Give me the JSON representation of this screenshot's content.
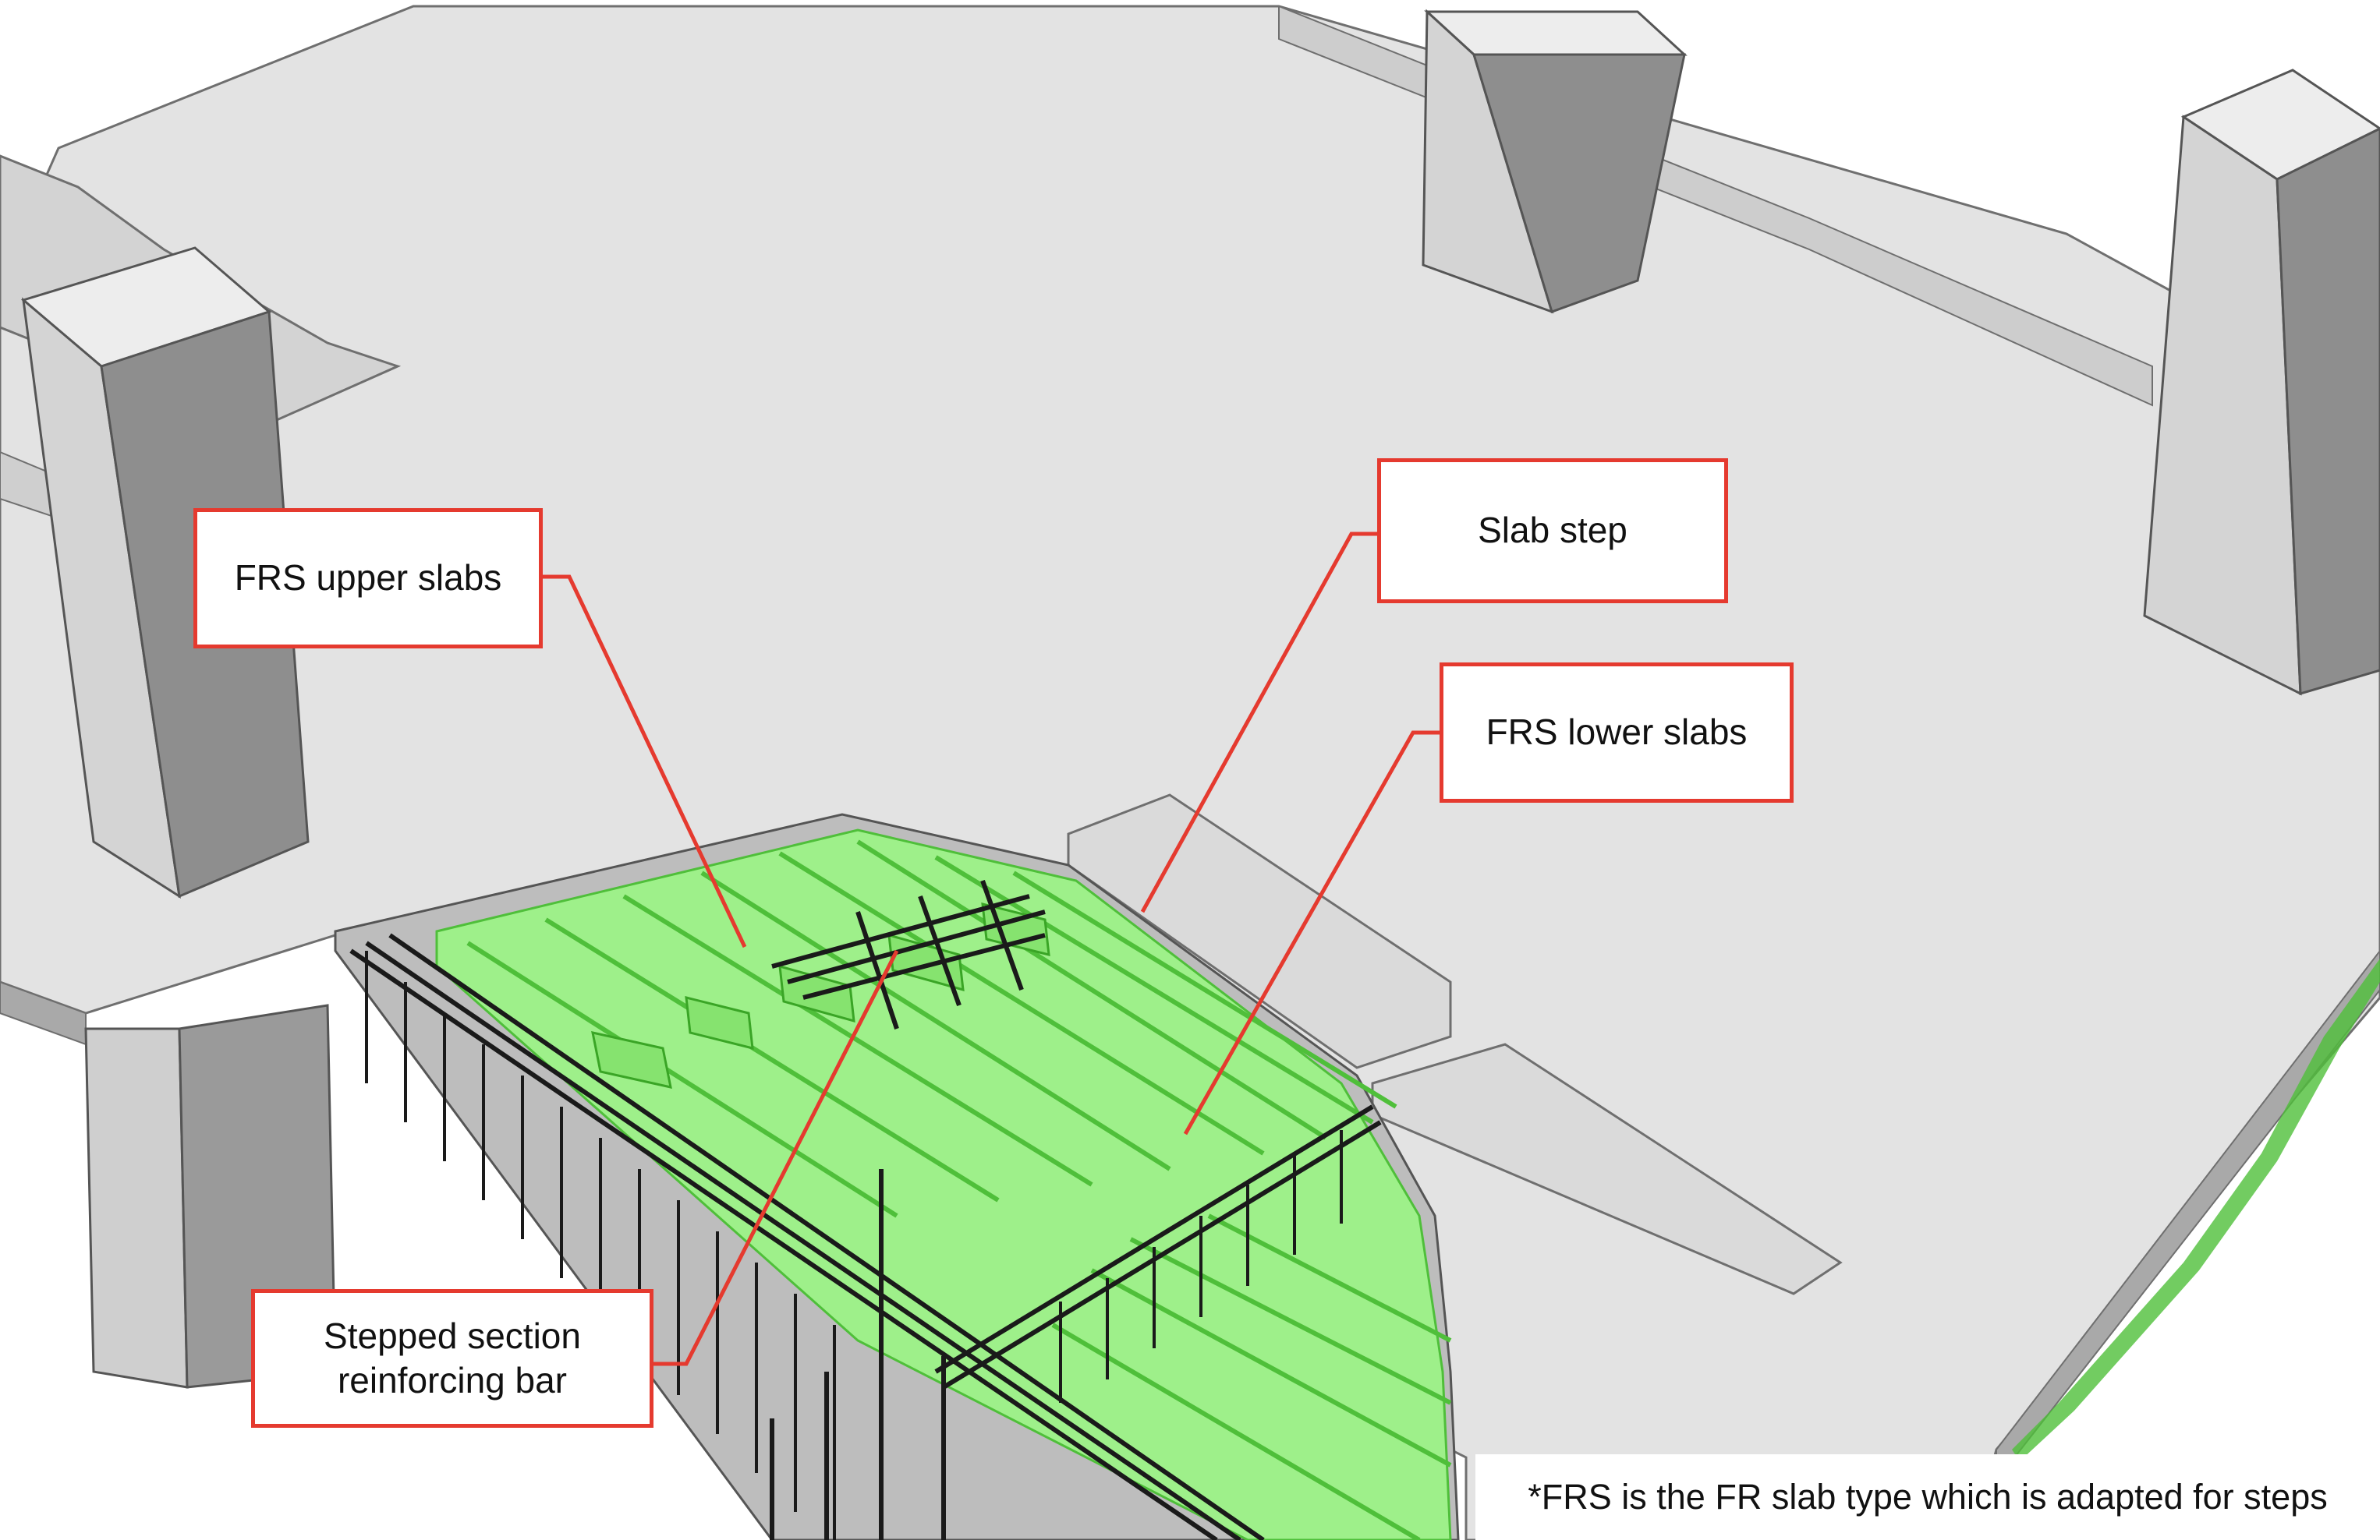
{
  "labels": {
    "frs_upper_slabs": "FRS upper slabs",
    "slab_step": "Slab step",
    "frs_lower_slabs": "FRS lower slabs",
    "stepped_line1": "Stepped section",
    "stepped_line2": "reinforcing bar"
  },
  "footnote": "*FRS is the FR slab type which is adapted for steps",
  "colors": {
    "slab": "#e3e3e3",
    "slab_edge": "#6f6f6f",
    "column_light": "#c9c9c9",
    "column_dark": "#7c7c7c",
    "frs_green": "#9ef08a",
    "frs_green_dark": "#4fbf3a",
    "rebar": "#1a1a1a",
    "callout": "#e53a2f"
  }
}
